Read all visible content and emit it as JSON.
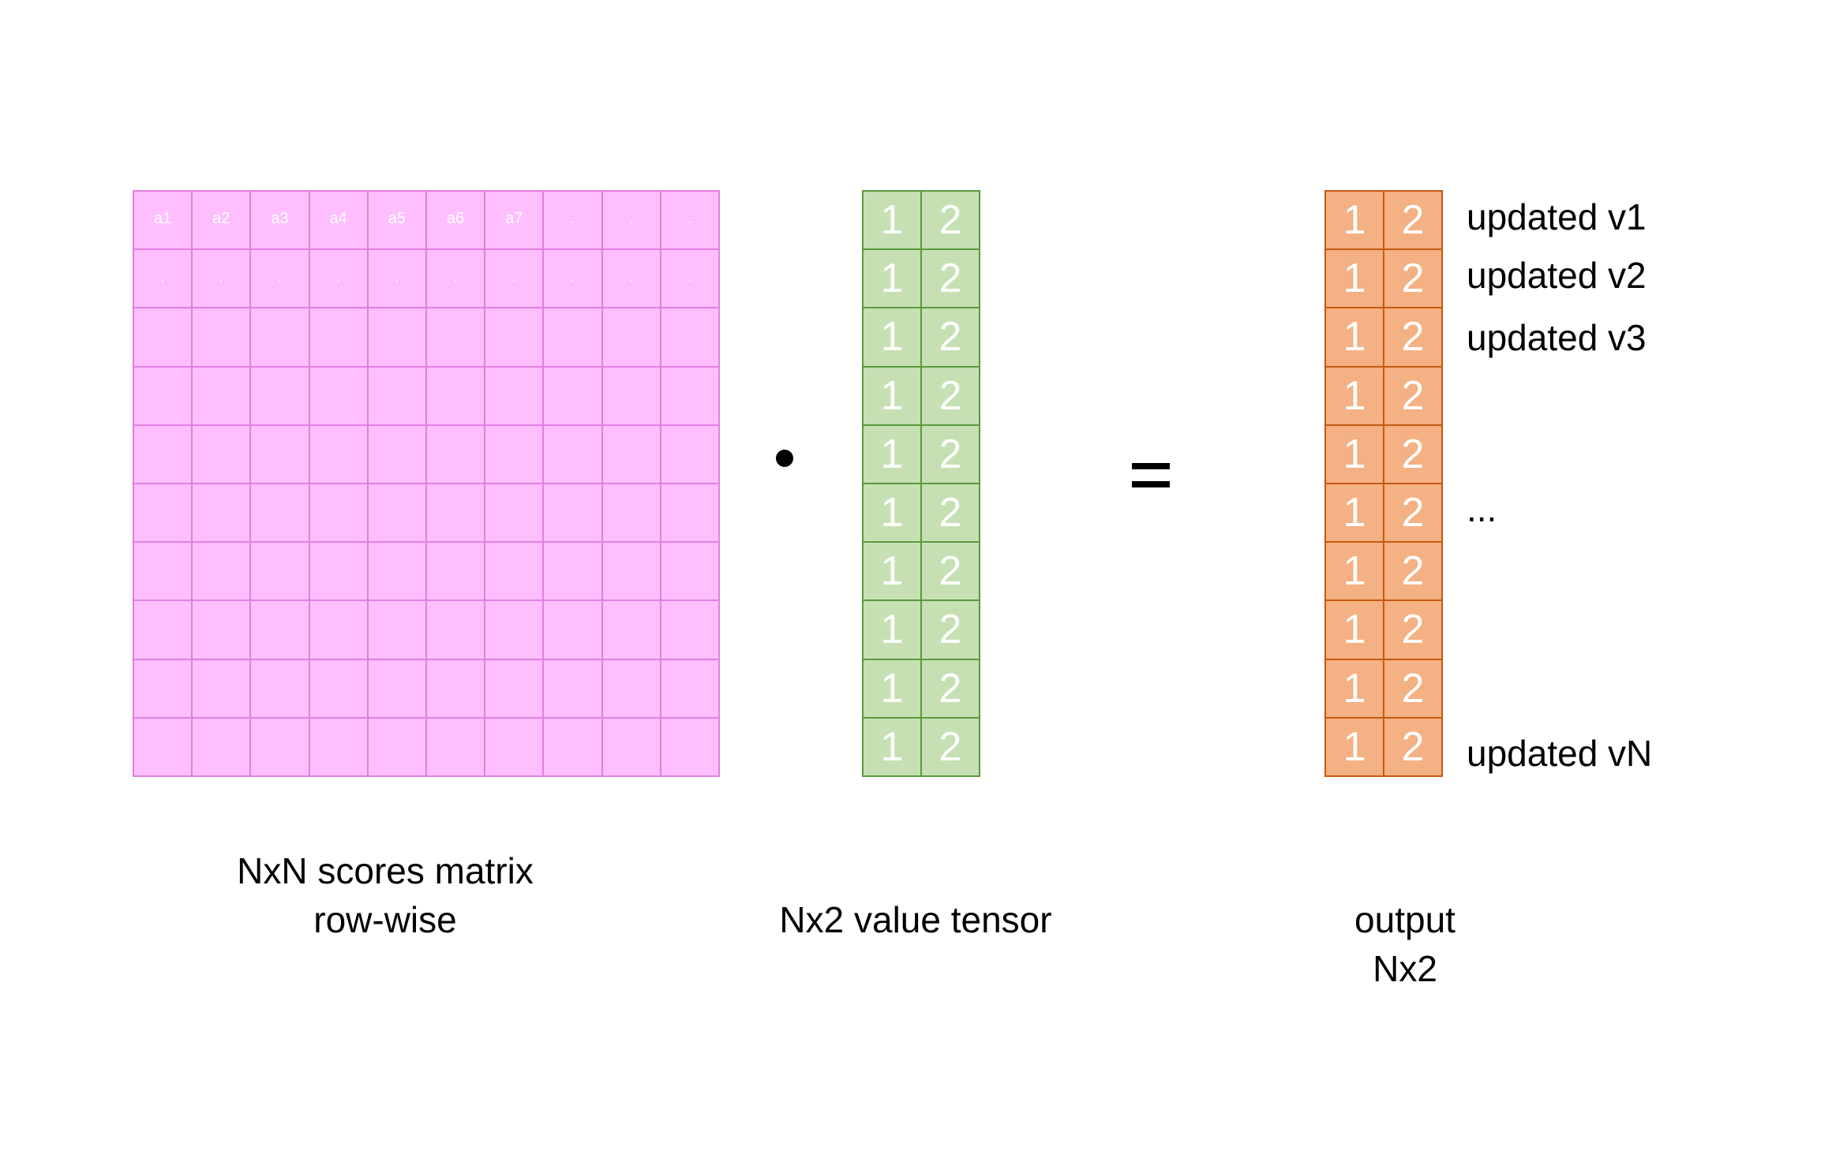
{
  "scores_matrix": {
    "rows": [
      [
        "a1",
        "a2",
        "a3",
        "a4",
        "a5",
        "a6",
        "a7",
        ".",
        ".",
        "."
      ],
      [
        ".",
        ".",
        ".",
        ".",
        ".",
        ".",
        ".",
        ".",
        ".",
        "."
      ],
      [
        "",
        "",
        "",
        "",
        "",
        "",
        "",
        "",
        "",
        ""
      ],
      [
        "",
        "",
        "",
        "",
        "",
        "",
        "",
        "",
        "",
        ""
      ],
      [
        "",
        "",
        "",
        "",
        "",
        "",
        "",
        "",
        "",
        ""
      ],
      [
        "",
        "",
        "",
        "",
        "",
        "",
        "",
        "",
        "",
        ""
      ],
      [
        "",
        "",
        "",
        "",
        "",
        "",
        "",
        "",
        "",
        ""
      ],
      [
        "",
        "",
        "",
        "",
        "",
        "",
        "",
        "",
        "",
        ""
      ],
      [
        "",
        "",
        "",
        "",
        "",
        "",
        "",
        "",
        "",
        ""
      ],
      [
        "",
        "",
        "",
        "",
        "",
        "",
        "",
        "",
        "",
        ""
      ]
    ],
    "caption_line1": "NxN scores matrix",
    "caption_line2": "row-wise",
    "fill_color": "#ffbfff",
    "border_color": "#e07ee0"
  },
  "value_tensor": {
    "rows": [
      [
        "1",
        "2"
      ],
      [
        "1",
        "2"
      ],
      [
        "1",
        "2"
      ],
      [
        "1",
        "2"
      ],
      [
        "1",
        "2"
      ],
      [
        "1",
        "2"
      ],
      [
        "1",
        "2"
      ],
      [
        "1",
        "2"
      ],
      [
        "1",
        "2"
      ],
      [
        "1",
        "2"
      ]
    ],
    "caption": "Nx2 value tensor",
    "fill_color": "#c6e0b4",
    "border_color": "#5a9a3c"
  },
  "output_tensor": {
    "rows": [
      [
        "1",
        "2"
      ],
      [
        "1",
        "2"
      ],
      [
        "1",
        "2"
      ],
      [
        "1",
        "2"
      ],
      [
        "1",
        "2"
      ],
      [
        "1",
        "2"
      ],
      [
        "1",
        "2"
      ],
      [
        "1",
        "2"
      ],
      [
        "1",
        "2"
      ],
      [
        "1",
        "2"
      ]
    ],
    "caption_line1": "output",
    "caption_line2": "Nx2",
    "fill_color": "#f4b183",
    "border_color": "#c55a11",
    "row_labels": {
      "first": "updated v1",
      "second": "updated v2",
      "third": "updated v3",
      "ellipsis": "...",
      "last": "updated vN"
    }
  },
  "operators": {
    "dot": "dot-product",
    "equals": "="
  }
}
